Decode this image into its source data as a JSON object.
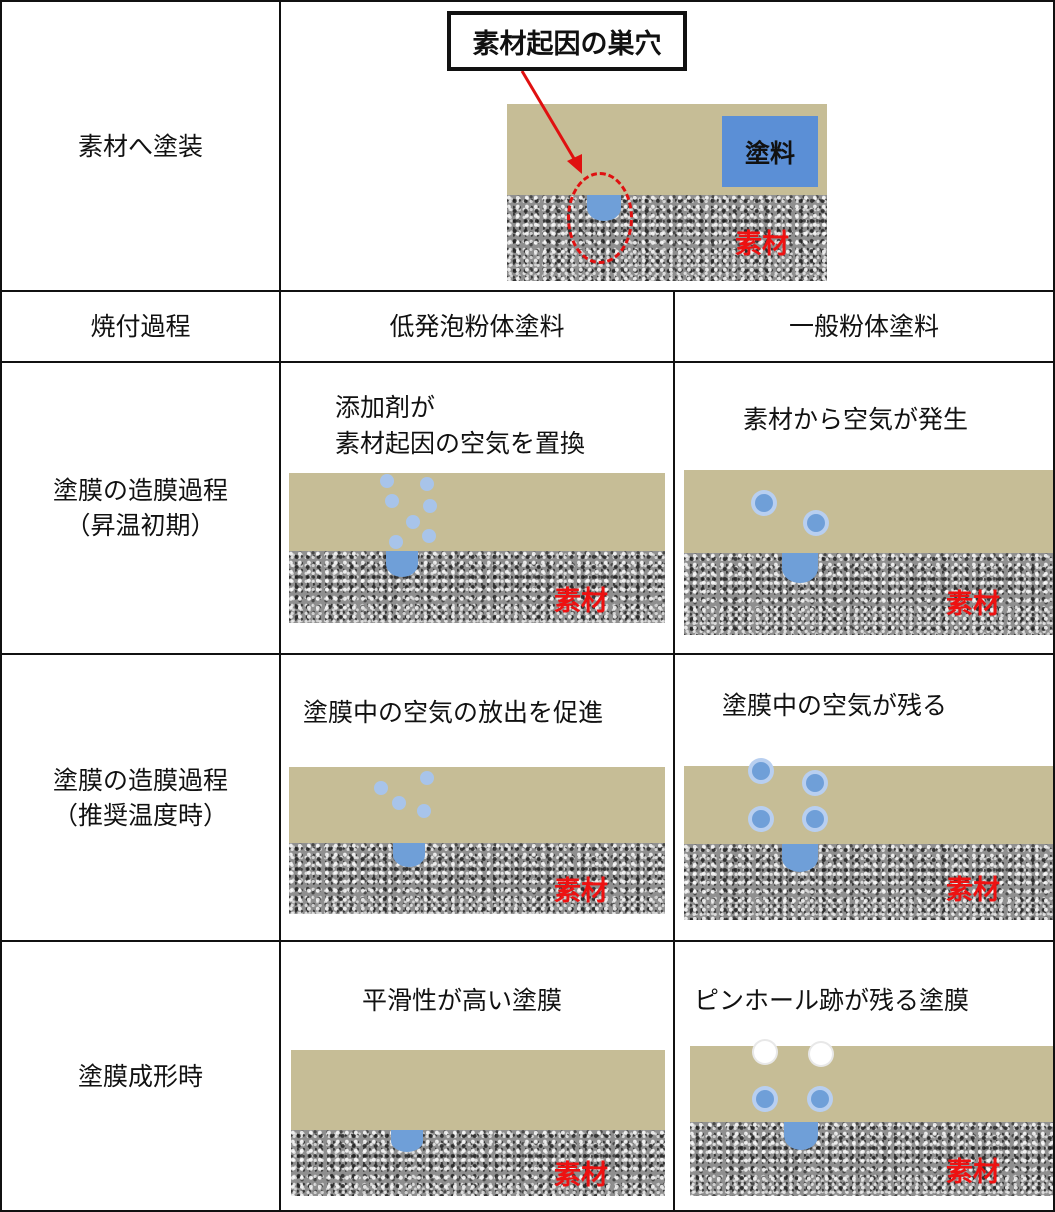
{
  "rows": {
    "paint_on_material": "素材へ塗装",
    "baking_process": "焼付過程",
    "film_forming_early": "塗膜の造膜過程\n（昇温初期）",
    "film_forming_recommended": "塗膜の造膜過程\n（推奨温度時）",
    "film_complete": "塗膜成形時"
  },
  "columns": {
    "low_foam": "低発泡粉体塗料",
    "general": "一般粉体塗料"
  },
  "top_diagram": {
    "callout": "素材起因の巣穴",
    "paint_label": "塗料",
    "material_label": "素材"
  },
  "captions": {
    "low_early": "添加剤が\n素材起因の空気を置換",
    "gen_early": "素材から空気が発生",
    "low_recommended": "塗膜中の空気の放出を促進",
    "gen_recommended": "塗膜中の空気が残る",
    "low_complete": "平滑性が高い塗膜",
    "gen_complete": "ピンホール跡が残る塗膜"
  },
  "material_label": "素材",
  "colors": {
    "coating": "#c6bd96",
    "substrate": "#8f8f8f",
    "paint": "#5b8fd6",
    "pore": "#6f9fd8",
    "air_bubble": "#a8c4ea",
    "material_text": "#ee1111",
    "callout_arrow": "#e01010"
  }
}
